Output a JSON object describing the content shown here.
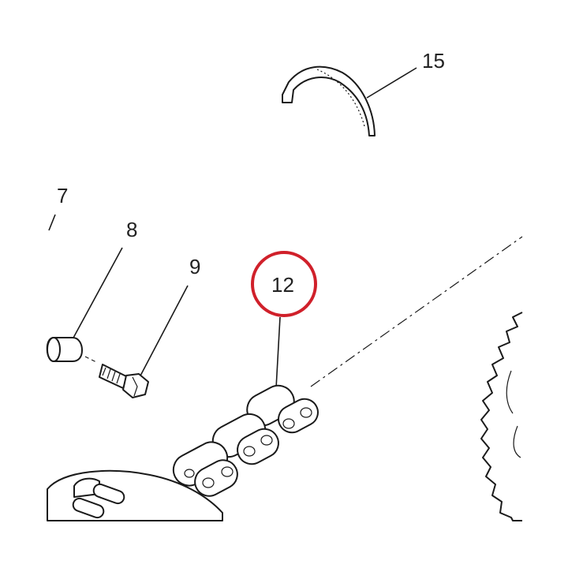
{
  "diagram": {
    "callouts": [
      {
        "id": "15",
        "label": "15"
      },
      {
        "id": "7",
        "label": "7"
      },
      {
        "id": "8",
        "label": "8"
      },
      {
        "id": "9",
        "label": "9"
      },
      {
        "id": "12",
        "label": "12",
        "highlighted": true
      }
    ],
    "highlight_color": "#d0202a",
    "line_color": "#1a1a1a"
  }
}
